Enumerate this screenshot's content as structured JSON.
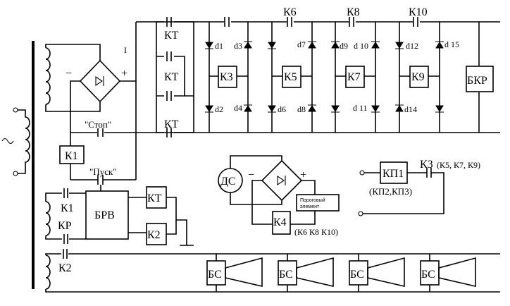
{
  "diagram": {
    "labels": {
      "kt_top": "КТ",
      "kt_mid": "КТ",
      "kt_bot": "КТ",
      "k6": "К6",
      "k8": "К8",
      "k10": "К10",
      "d1": "d1",
      "d2": "d2",
      "d3": "d3",
      "d4": "d4",
      "d6": "d6",
      "d7": "d7",
      "d8": "d8",
      "d9": "d9",
      "d10": "d 10",
      "d11": "d 11",
      "d12": "d12",
      "d14": "d14",
      "d15": "d 15",
      "k3": "К3",
      "k5": "К5",
      "k7": "К7",
      "k9": "К9",
      "bkr": "БКР",
      "minus_top": "−",
      "plus_top": "+",
      "one": "I",
      "stop": "\"Стоп\"",
      "pusk": "\"Пуск\"",
      "k1_box": "К1",
      "k1_contact": "К1",
      "kr": "КР",
      "brv": "БРВ",
      "kt_box": "КТ",
      "k2_box": "К2",
      "k2_contact": "К2",
      "ds": "ДС",
      "minus_ds": "−",
      "plus_ds": "+",
      "threshold": "Пороговый\nэлемент",
      "k4": "К4",
      "k4_note": "(К6  К8  К10)",
      "kp1": "КП1",
      "kp_note": "(КП2,КП3)",
      "k3_contact": "К3",
      "k3_note": "(К5, К7,  К9)",
      "bs": [
        "БС",
        "БС",
        "БС",
        "БС"
      ]
    }
  }
}
